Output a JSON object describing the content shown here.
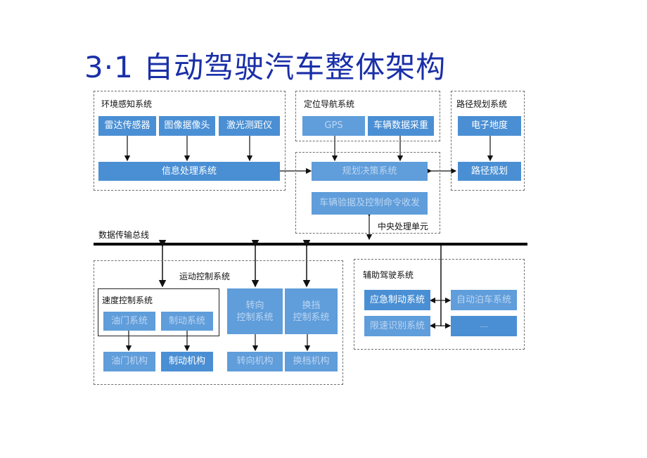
{
  "title": "3·1 自动驾驶汽车整体架构",
  "groups": {
    "env": "环境感知系统",
    "nav": "定位导航系统",
    "route": "路径规划系统",
    "central": "中央处理单元",
    "bus": "数据传输总线",
    "motion": "运动控制系统",
    "speed": "速度控制系统",
    "assist": "辅助驾驶系统"
  },
  "boxes": {
    "radar": "雷达传感器",
    "camera": "图像据像头",
    "lidar": "激光测距仪",
    "info": "信息处理系统",
    "gps": "GPS",
    "vehicle_data": "车辆数据采重",
    "emap": "电子地度",
    "route_plan": "路径规划",
    "decision": "规划决策系统",
    "cmd": "车辆验据及控制命令收发",
    "throttle_sys": "油门系统",
    "brake_sys": "制动系统",
    "steer_sys": "转向\n控制系统",
    "gear_sys": "换挡\n控制系统",
    "throttle_mech": "油门机构",
    "brake_mech": "制动机构",
    "steer_mech": "转向机构",
    "gear_mech": "换档机构",
    "emergency": "应急制动系统",
    "parking": "自动泊车系统",
    "speed_limit": "限速识别系统",
    "more": "......"
  }
}
